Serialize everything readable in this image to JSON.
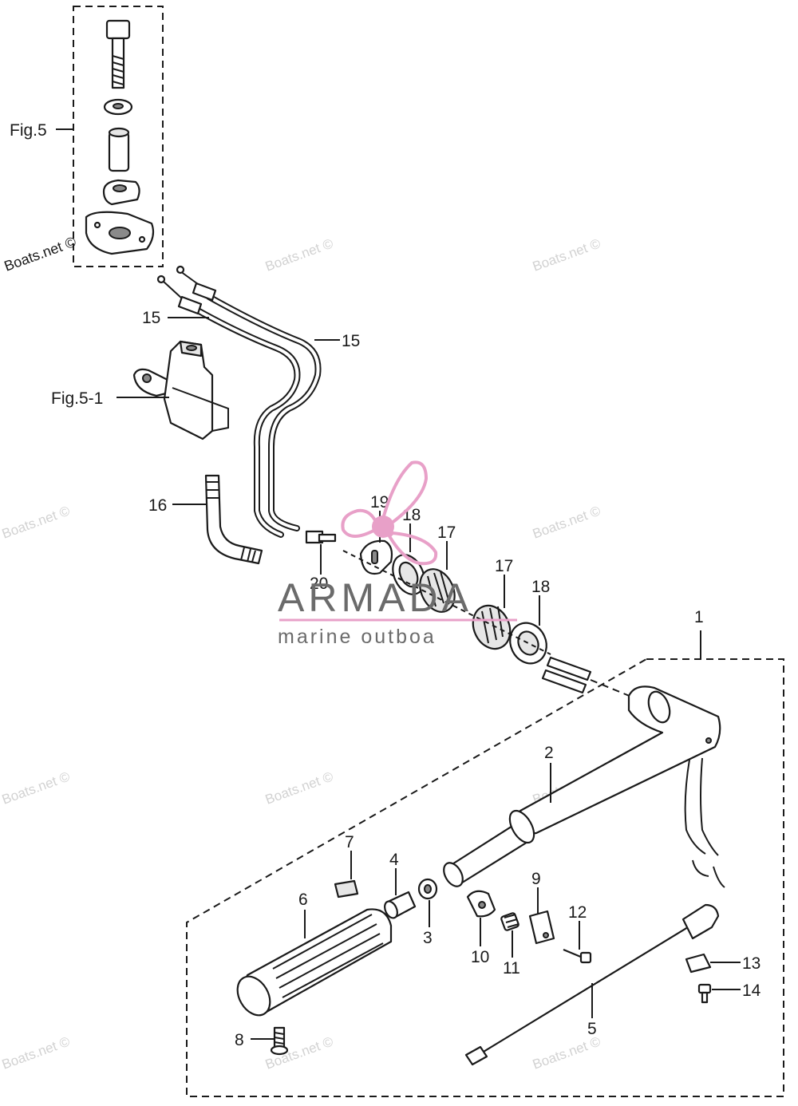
{
  "callouts": {
    "fig5": "Fig.5",
    "fig5_1": "Fig.5-1",
    "p1": "1",
    "p2": "2",
    "p3": "3",
    "p4": "4",
    "p5": "5",
    "p6": "6",
    "p7": "7",
    "p8": "8",
    "p9": "9",
    "p10": "10",
    "p11": "11",
    "p12": "12",
    "p13": "13",
    "p14": "14",
    "p15a": "15",
    "p15b": "15",
    "p16": "16",
    "p17a": "17",
    "p17b": "17",
    "p18a": "18",
    "p18b": "18",
    "p19": "19",
    "p20": "20"
  },
  "watermark": {
    "text": "Boats.net ©"
  },
  "logo": {
    "brand": "ARMADA",
    "tagline": "marine outboa",
    "colors": {
      "pink": "#e8a0c8",
      "gray": "#6b6b6b"
    }
  }
}
